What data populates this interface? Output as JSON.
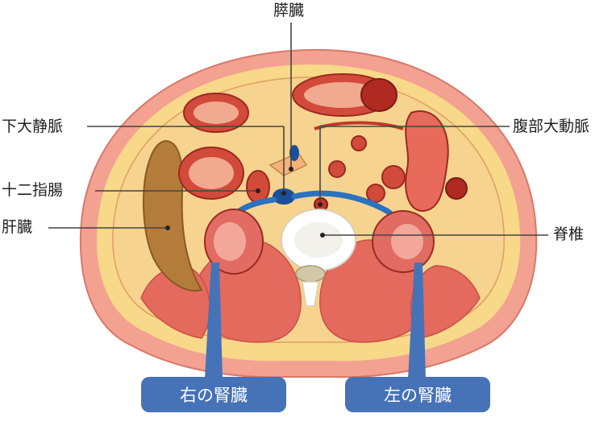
{
  "labels": {
    "pancreas": "膵臓",
    "ivc": "下大静脈",
    "duodenum": "十二指腸",
    "liver": "肝臓",
    "aorta": "腹部大動脈",
    "spine": "脊椎"
  },
  "callouts": {
    "right_kidney": "右の腎臓",
    "left_kidney": "左の腎臓"
  },
  "colors": {
    "skin": "#f3a191",
    "fat": "#f8d889",
    "muscle": "#e46a5d",
    "organ_red": "#c8362b",
    "liver": "#b47c3a",
    "vein_blue": "#2b72c0",
    "bone": "#ffffff",
    "callout_blue": "#4673b7",
    "line": "#444444"
  }
}
